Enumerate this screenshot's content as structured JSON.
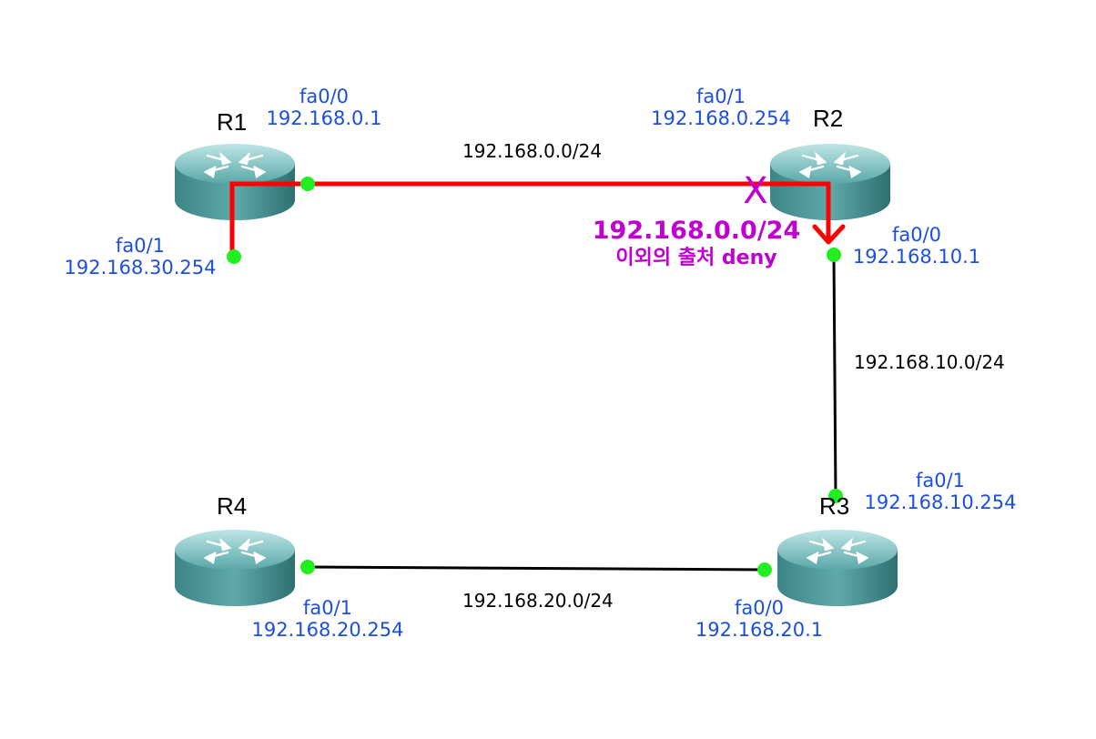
{
  "colors": {
    "link": "#000000",
    "path": "#ff0000",
    "port": "#22ee22",
    "interface_text": "#1a4fe0",
    "deny_text": "#c000d0",
    "router_body": "#4a9b9b",
    "router_dark": "#2f6f70"
  },
  "routers": [
    {
      "name": "R1"
    },
    {
      "name": "R2"
    },
    {
      "name": "R3"
    },
    {
      "name": "R4"
    }
  ],
  "interfaces": {
    "r1_fa00": {
      "name": "fa0/0",
      "ip": "192.168.0.1"
    },
    "r1_fa01": {
      "name": "fa0/1",
      "ip": "192.168.30.254"
    },
    "r2_fa01": {
      "name": "fa0/1",
      "ip": "192.168.0.254"
    },
    "r2_fa00": {
      "name": "fa0/0",
      "ip": "192.168.10.1"
    },
    "r3_fa01": {
      "name": "fa0/1",
      "ip": "192.168.10.254"
    },
    "r3_fa00": {
      "name": "fa0/0",
      "ip": "192.168.20.1"
    },
    "r4_fa01": {
      "name": "fa0/1",
      "ip": "192.168.20.254"
    }
  },
  "networks": {
    "r1_r2": "192.168.0.0/24",
    "r2_r3": "192.168.10.0/24",
    "r3_r4": "192.168.20.0/24"
  },
  "acl": {
    "mark": "X",
    "line1": "192.168.0.0/24",
    "line2": "이외의 출처 deny"
  }
}
